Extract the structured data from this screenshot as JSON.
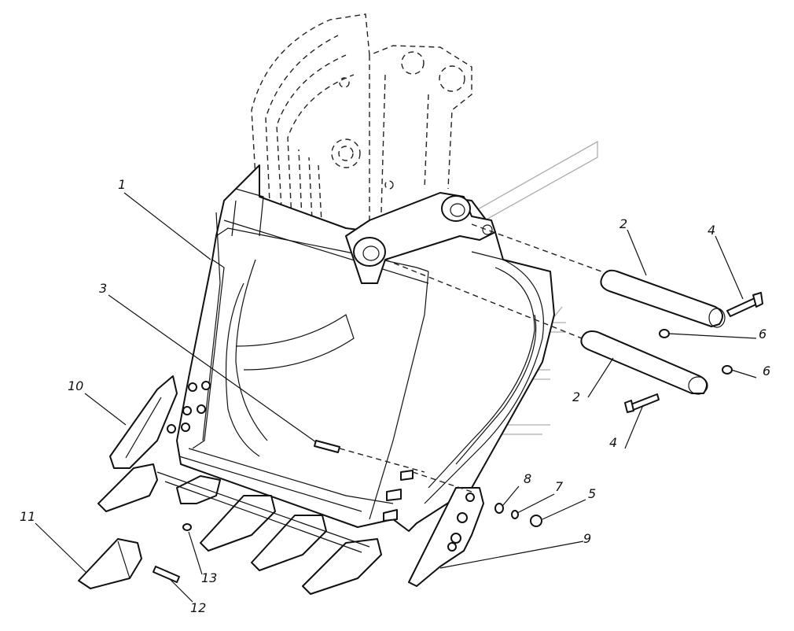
{
  "diagram": {
    "type": "exploded parts drawing",
    "subject": "excavator bucket assembly",
    "callouts": [
      {
        "id": "label-1",
        "text": "1"
      },
      {
        "id": "label-2a",
        "text": "2"
      },
      {
        "id": "label-2b",
        "text": "2"
      },
      {
        "id": "label-3",
        "text": "3"
      },
      {
        "id": "label-4a",
        "text": "4"
      },
      {
        "id": "label-4b",
        "text": "4"
      },
      {
        "id": "label-5",
        "text": "5"
      },
      {
        "id": "label-6a",
        "text": "6"
      },
      {
        "id": "label-6b",
        "text": "6"
      },
      {
        "id": "label-7",
        "text": "7"
      },
      {
        "id": "label-8",
        "text": "8"
      },
      {
        "id": "label-9",
        "text": "9"
      },
      {
        "id": "label-10",
        "text": "10"
      },
      {
        "id": "label-11",
        "text": "11"
      },
      {
        "id": "label-12",
        "text": "12"
      },
      {
        "id": "label-13",
        "text": "13"
      }
    ]
  }
}
